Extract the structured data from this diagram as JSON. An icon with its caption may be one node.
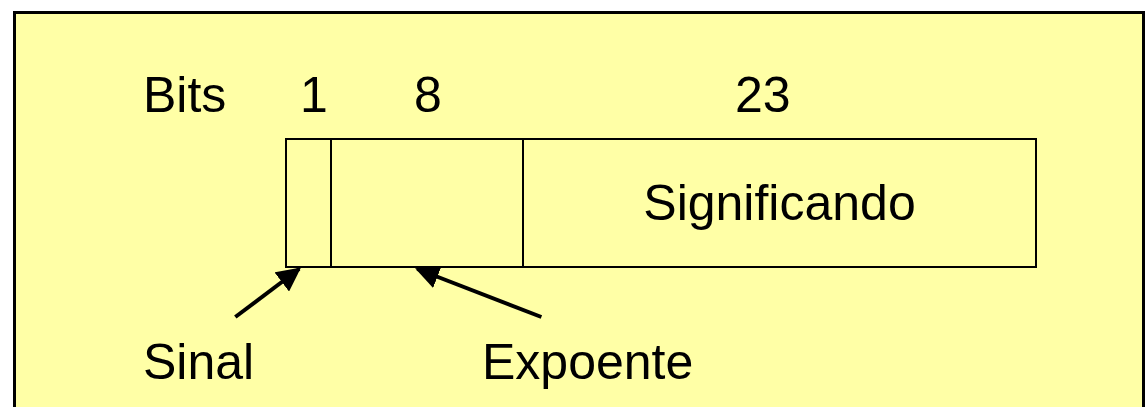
{
  "diagram": {
    "nodes": [
      {
        "text": [],
        "shape": "box"
      },
      {
        "text": [],
        "shape": "box"
      },
      {
        "text": [
          "Significando"
        ]
      },
      {
        "text": [
          "Sinal"
        ]
      },
      {
        "text": [
          "Expoente"
        ]
      }
    ],
    "edges": [
      {
        "from": 3,
        "to": 0,
        "arrow": "to"
      },
      {
        "from": 4,
        "to": 1,
        "arrow": "to"
      }
    ],
    "labels": [
      "Bits",
      "1",
      "8",
      "23"
    ]
  }
}
